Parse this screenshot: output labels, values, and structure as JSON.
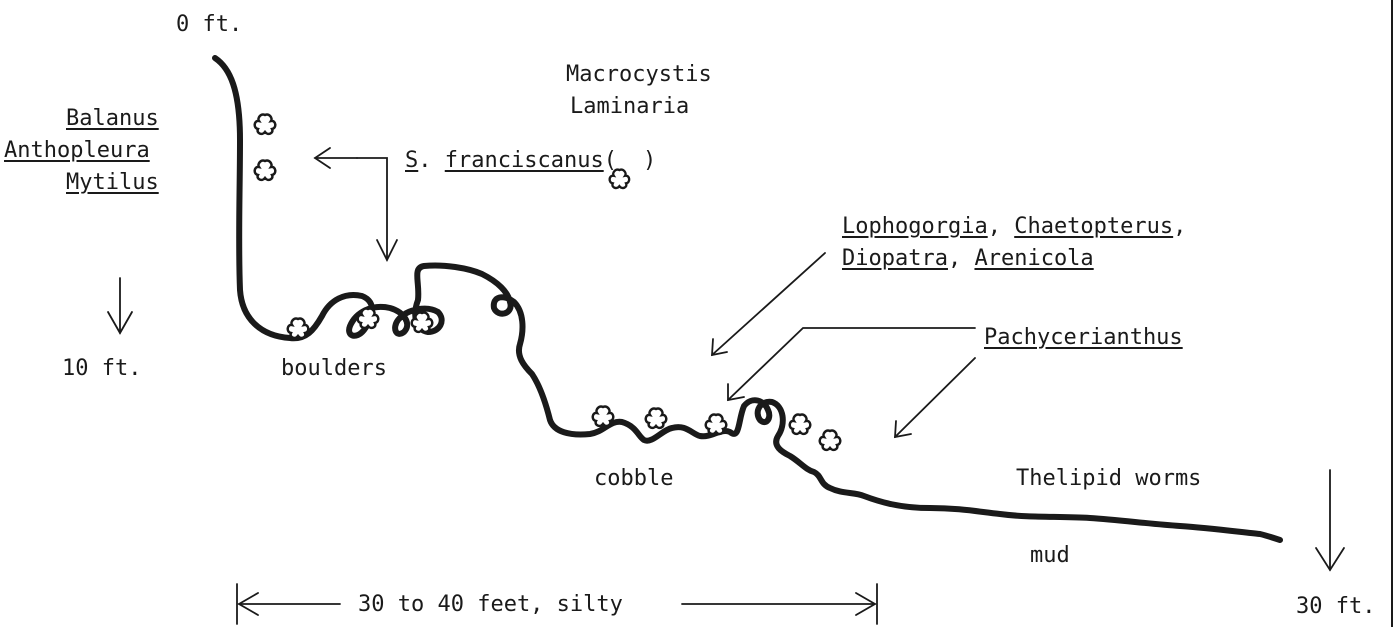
{
  "depth_labels": {
    "top": "0 ft.",
    "mid": "10 ft.",
    "bottom": "30 ft."
  },
  "canopy": {
    "line1": "Macrocystis",
    "line2": "Laminaria"
  },
  "intertidal": {
    "item1": "Balanus",
    "item2": "Anthopleura",
    "item3": "Mytilus"
  },
  "urchin": {
    "genus": "S",
    "dot": ".",
    "species": "franciscanus",
    "open": "(",
    "close": ")"
  },
  "invertebrates": {
    "item1": "Lophogorgia",
    "sep1": ",",
    "item2": "Chaetopterus",
    "sep2": ",",
    "item3": "Diopatra",
    "sep3": ",",
    "item4": "Arenicola"
  },
  "anemone": "Pachycerianthus",
  "substrates": {
    "boulders": "boulders",
    "cobble": "cobble",
    "mud": "mud"
  },
  "worms": "Thelipid worms",
  "scale": "30 to 40 feet, silty",
  "icons": {
    "urchin_symbol": "urchin-icon"
  },
  "colors": {
    "ink": "#1a1a1a",
    "background": "#ffffff"
  }
}
